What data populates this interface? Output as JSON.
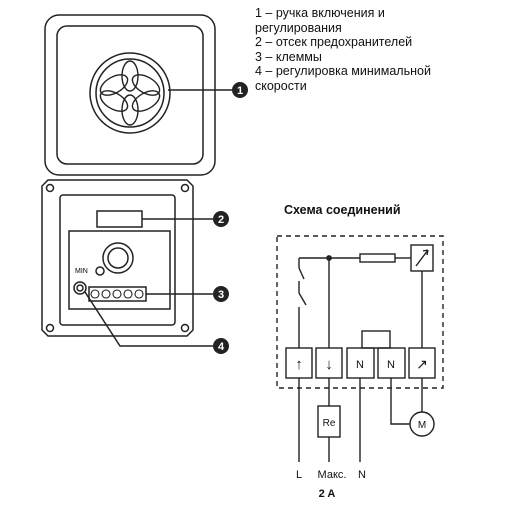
{
  "legend": {
    "items": [
      "1 – ручка включения и",
      "регулирования",
      "2 – отсек предохранителей",
      "3 – клеммы",
      "4 – регулировка минимальной",
      "скорости"
    ]
  },
  "callouts": [
    "1",
    "2",
    "3",
    "4"
  ],
  "min_label": "MIN",
  "scheme": {
    "title": "Схема соединений",
    "terminals": [
      "↑",
      "↓",
      "N",
      "N",
      "↗"
    ],
    "relay_label": "Re",
    "motor_label": "M",
    "bottom_labels": {
      "l": "L",
      "max": "Макс.",
      "n": "N",
      "current": "2 A"
    }
  }
}
